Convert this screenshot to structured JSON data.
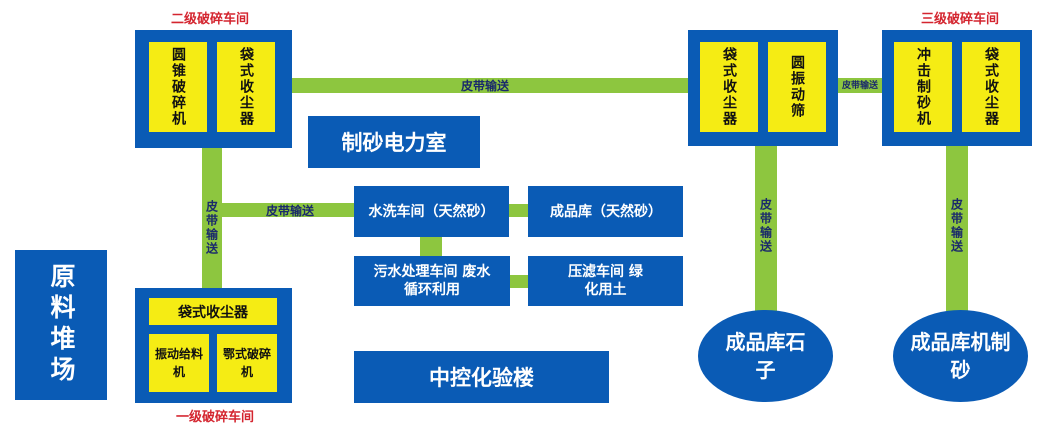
{
  "colors": {
    "blue": "#0a5bb5",
    "yellow": "#f5ec14",
    "green": "#8dc63f",
    "red": "#d4252f",
    "navy": "#1a2a6b"
  },
  "labels": {
    "second_workshop": "二级破碎车间",
    "third_workshop": "三级破碎车间",
    "first_workshop": "一级破碎车间",
    "cone_crusher": "圆锥破碎机",
    "bag_dust_1": "袋式收尘器",
    "bag_dust_2": "袋式收尘器",
    "circular_screen": "圆振动筛",
    "impact_sand": "冲击制砂机",
    "bag_dust_3": "袋式收尘器",
    "bag_dust_primary": "袋式收尘器",
    "vibrating_feeder": "振动给料机",
    "jaw_crusher": "鄂式破碎机",
    "power_room": "制砂电力室",
    "raw_yard": "原料堆场",
    "control_building": "中控化验楼",
    "wash_workshop": "水洗车间（天然砂）",
    "product_natural": "成品库（天然砂）",
    "sewage": "污水处理车间 废水循环利用",
    "filter_press": "压滤车间 绿化用土",
    "product_stone": "成品库石子",
    "product_sand": "成品库机制砂",
    "belt_main": "皮带输送",
    "belt_short": "皮带输送",
    "belt_vert_left": "皮带输送",
    "belt_mid": "皮带输送",
    "belt_vert_right1": "皮带输送",
    "belt_vert_right2": "皮带输送"
  }
}
